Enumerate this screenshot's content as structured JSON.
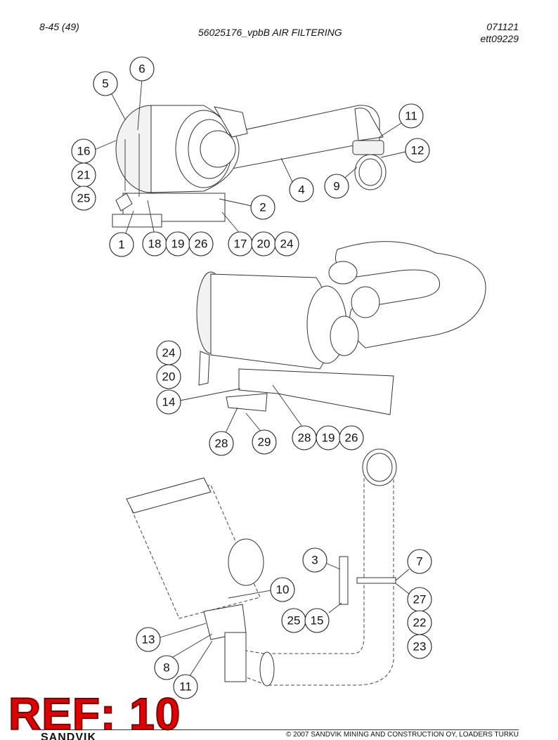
{
  "header": {
    "page_ref": "8-45 (49)",
    "title": "56025176_vpbB AIR FILTERING",
    "code": "071121",
    "drawing_id": "ett09229"
  },
  "callouts": {
    "view1": [
      "6",
      "5",
      "11",
      "16",
      "12",
      "21",
      "9",
      "4",
      "25",
      "2",
      "1",
      "18",
      "19",
      "26",
      "17",
      "20",
      "24"
    ],
    "view2": [
      "24",
      "20",
      "14",
      "28",
      "29",
      "28",
      "19",
      "26"
    ],
    "view3": [
      "3",
      "7",
      "10",
      "27",
      "25",
      "15",
      "22",
      "13",
      "23",
      "8",
      "11"
    ]
  },
  "stamp": {
    "text": "REF: 10"
  },
  "logo": {
    "text": "SANDVIK"
  },
  "footer": {
    "copyright": "© 2007 SANDVIK MINING AND CONSTRUCTION OY, LOADERS TURKU"
  }
}
